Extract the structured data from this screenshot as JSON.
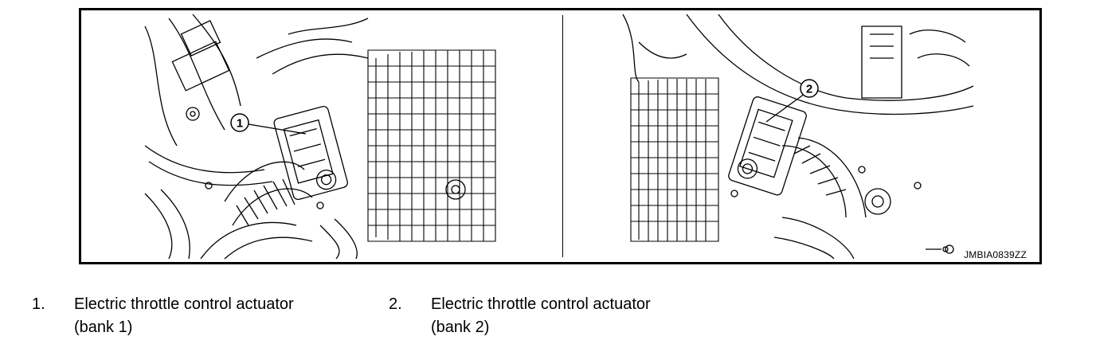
{
  "figure_id": "JMBIA0839ZZ",
  "callouts": [
    {
      "number": "1"
    },
    {
      "number": "2"
    }
  ],
  "legend": [
    {
      "number": "1.",
      "line1": "Electric throttle control actuator",
      "line2": "(bank 1)"
    },
    {
      "number": "2.",
      "line1": "Electric throttle control actuator",
      "line2": "(bank 2)"
    }
  ]
}
